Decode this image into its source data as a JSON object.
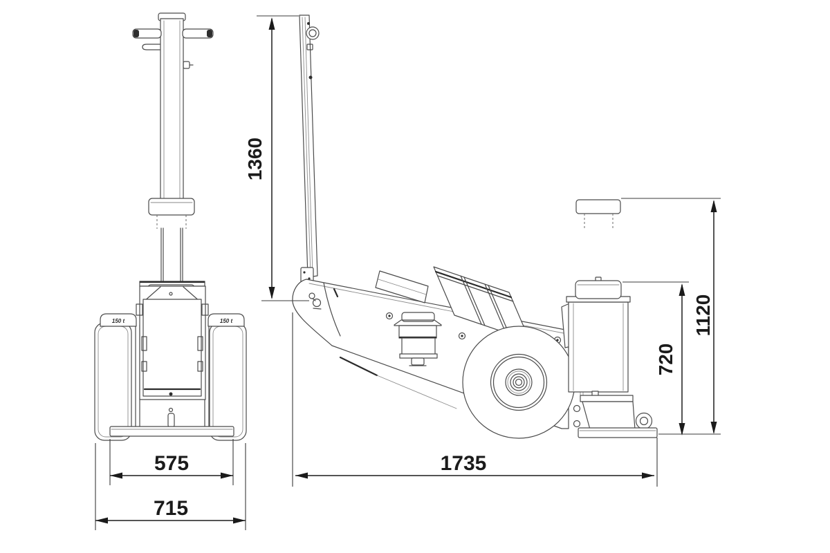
{
  "colors": {
    "background": "#ffffff",
    "line": "#4a4a4a",
    "dimension": "#1b1b1b"
  },
  "dimensions": {
    "handle_height": "1360",
    "base_width": "575",
    "overall_width": "715",
    "overall_length": "1735",
    "min_saddle_height": "720",
    "max_saddle_height": "1120"
  },
  "badges": {
    "left_capacity": "150 t",
    "right_capacity": "150 t"
  }
}
